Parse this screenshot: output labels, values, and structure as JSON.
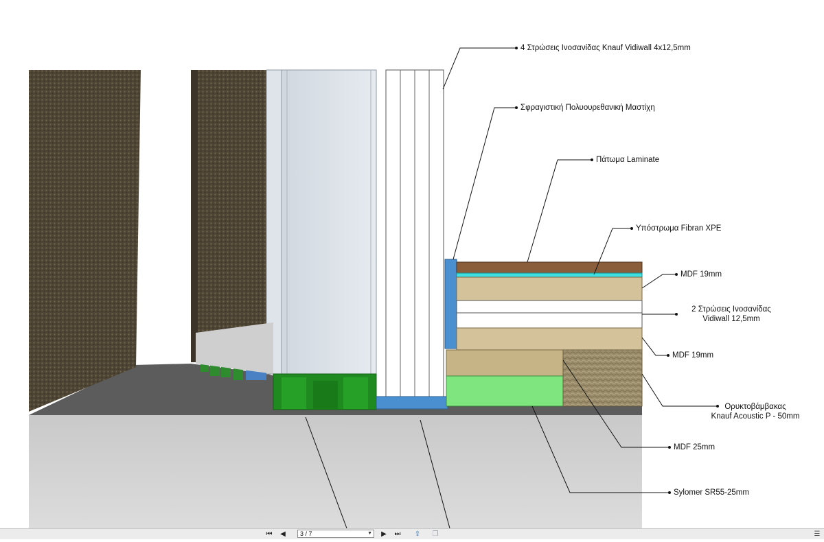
{
  "labels": {
    "gypsum_top": "4 Στρώσεις Ινοσανίδας Knauf Vidiwall 4x12,5mm",
    "sealant": "Σφραγιστική Πολυουρεθανική Μαστίχη",
    "laminate": "Πάτωμα Laminate",
    "underlay": "Υπόστρωμα Fibran XPE",
    "mdf_top": "MDF 19mm",
    "gypsum_floor_line1": "2 Στρώσεις Ινοσανίδας",
    "gypsum_floor_line2": "Vidiwall 12,5mm",
    "mdf_mid": "MDF 19mm",
    "wool_line1": "Ορυκτοβάμβακας",
    "wool_line2": "Knauf Acoustic P - 50mm",
    "mdf_bottom": "MDF 25mm",
    "sylomer": "Sylomer SR55-25mm"
  },
  "viewer": {
    "page_value": "3 / 7"
  },
  "icons": {
    "first": "first-page-icon",
    "prev": "prev-page-icon",
    "next": "next-page-icon",
    "last": "last-page-icon",
    "export": "export-icon",
    "copy": "copy-icon",
    "menu": "menu-icon"
  }
}
